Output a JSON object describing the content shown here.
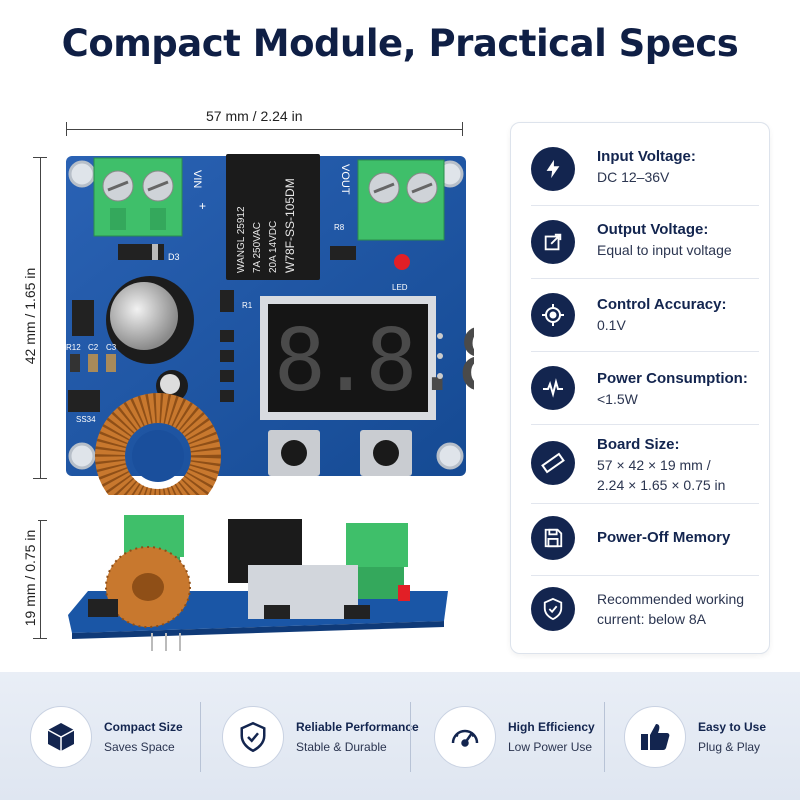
{
  "title": "Compact Module, Practical Specs",
  "dimensions": {
    "width_label": "57 mm / 2.24 in",
    "height_label": "42 mm / 1.65 in",
    "depth_label": "19 mm / 0.75 in"
  },
  "board": {
    "relay_lines": [
      "WANGL 25912",
      "7A 250VAC",
      "20A 14VDC",
      "W78F-SS-105DM"
    ],
    "vin": "VIN",
    "vout": "VOUT",
    "led": "LED",
    "display": "8.8.8.",
    "silk": {
      "d3": "D3",
      "ss34": "SS34",
      "r12": "R12",
      "c2": "C2",
      "c3": "C3",
      "r8": "R8",
      "r1": "R1"
    }
  },
  "specs": [
    {
      "icon": "lightning-icon",
      "label": "Input Voltage:",
      "value": "DC 12–36V"
    },
    {
      "icon": "output-arrow-icon",
      "label": "Output Voltage:",
      "value": "Equal to input voltage"
    },
    {
      "icon": "target-icon",
      "label": "Control Accuracy:",
      "value": "0.1V"
    },
    {
      "icon": "pulse-icon",
      "label": "Power Consumption:",
      "value": "<1.5W"
    },
    {
      "icon": "ruler-icon",
      "label": "Board Size:",
      "value": "57 × 42 × 19 mm /",
      "value2": "2.24 × 1.65 × 0.75 in"
    },
    {
      "icon": "floppy-disk-icon",
      "label": "Power-Off Memory",
      "value": ""
    },
    {
      "icon": "shield-check-icon",
      "label": "",
      "value": "Recommended working",
      "value2": "current: below 8A"
    }
  ],
  "features": [
    {
      "icon": "cube-icon",
      "title": "Compact Size",
      "subtitle": "Saves Space"
    },
    {
      "icon": "shield-check-icon",
      "title": "Reliable Performance",
      "subtitle": "Stable & Durable"
    },
    {
      "icon": "gauge-icon",
      "title": "High Efficiency",
      "subtitle": "Low Power Use"
    },
    {
      "icon": "thumbs-up-icon",
      "title": "Easy to Use",
      "subtitle": "Plug & Play"
    }
  ],
  "colors": {
    "navy": "#13254f",
    "pcb_blue": "#1a4f9c",
    "terminal_green": "#3fbf6a",
    "copper": "#c8782e"
  }
}
